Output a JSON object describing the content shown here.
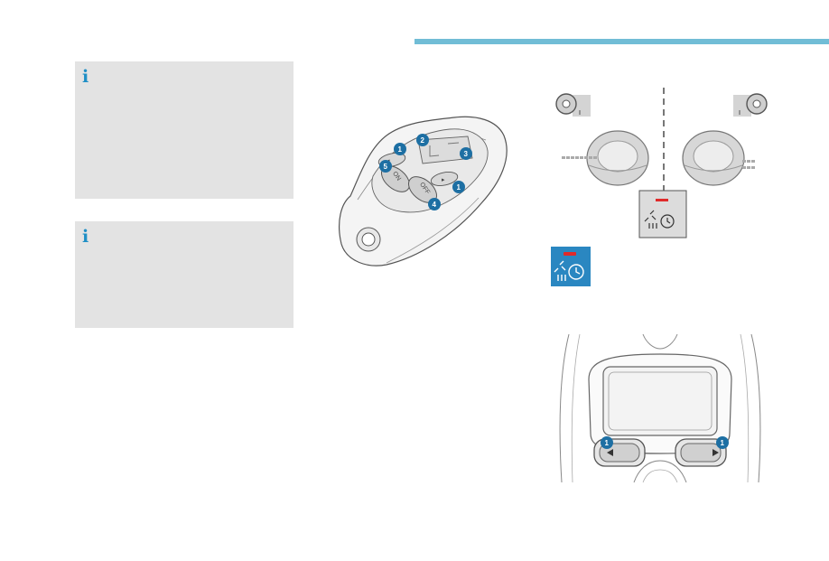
{
  "info_boxes": [
    {
      "icon": "info-icon",
      "glyph": "i"
    },
    {
      "icon": "info-icon",
      "glyph": "i"
    }
  ],
  "remote": {
    "on_label": "ON",
    "off_label": "OFF",
    "callouts": [
      "1",
      "2",
      "3",
      "5",
      "1",
      "4"
    ]
  },
  "dashboard": {
    "callouts": [
      "1",
      "1"
    ]
  },
  "colors": {
    "accent_rule": "#71bdd6",
    "info_box_bg": "#e3e3e3",
    "callout_badge": "#1d6fa3",
    "button_tile": "#2a87c1",
    "indicator_red": "#e02a2a"
  }
}
